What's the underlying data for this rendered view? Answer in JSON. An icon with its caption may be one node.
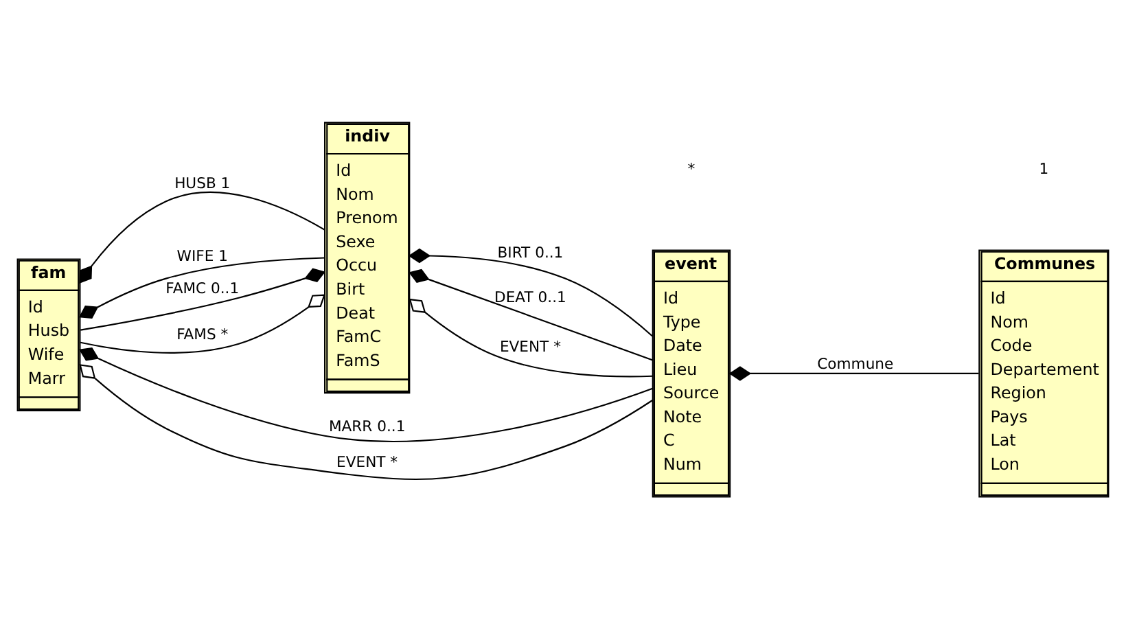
{
  "diagram": {
    "nodes": [
      {
        "text": [
          "fam",
          "Id",
          "Husb",
          "Wife",
          "Marr"
        ]
      },
      {
        "text": [
          "indiv",
          "Id",
          "Nom",
          "Prenom",
          "Sexe",
          "Occu",
          "Birt",
          "Deat",
          "FamC",
          "FamS"
        ]
      },
      {
        "text": [
          "event",
          "Id",
          "Type",
          "Date",
          "Lieu",
          "Source",
          "Note",
          "C",
          "Num"
        ]
      },
      {
        "text": [
          "Communes",
          "Id",
          "Nom",
          "Code",
          "Departement",
          "Region",
          "Pays",
          "Lat",
          "Lon"
        ]
      }
    ],
    "edges": [
      {
        "from": 0,
        "to": 1,
        "arrow": "other",
        "label": "HUSB 1"
      },
      {
        "from": 0,
        "to": 1,
        "arrow": "other",
        "label": "WIFE 1"
      },
      {
        "from": 1,
        "to": 0,
        "arrow": "other",
        "label": "FAMC 0..1"
      },
      {
        "from": 1,
        "to": 0,
        "arrow": "other",
        "label": "FAMS *"
      },
      {
        "from": 1,
        "to": 2,
        "arrow": "other",
        "label": "BIRT 0..1"
      },
      {
        "from": 1,
        "to": 2,
        "arrow": "other",
        "label": "DEAT 0..1"
      },
      {
        "from": 1,
        "to": 2,
        "arrow": "other",
        "label": "EVENT *"
      },
      {
        "from": 0,
        "to": 2,
        "arrow": "other",
        "label": "MARR 0..1"
      },
      {
        "from": 0,
        "to": 2,
        "arrow": "other",
        "label": "EVENT *"
      },
      {
        "from": 2,
        "to": 3,
        "arrow": "other",
        "label": "Commune"
      }
    ],
    "labels": [
      "*",
      "1"
    ]
  }
}
